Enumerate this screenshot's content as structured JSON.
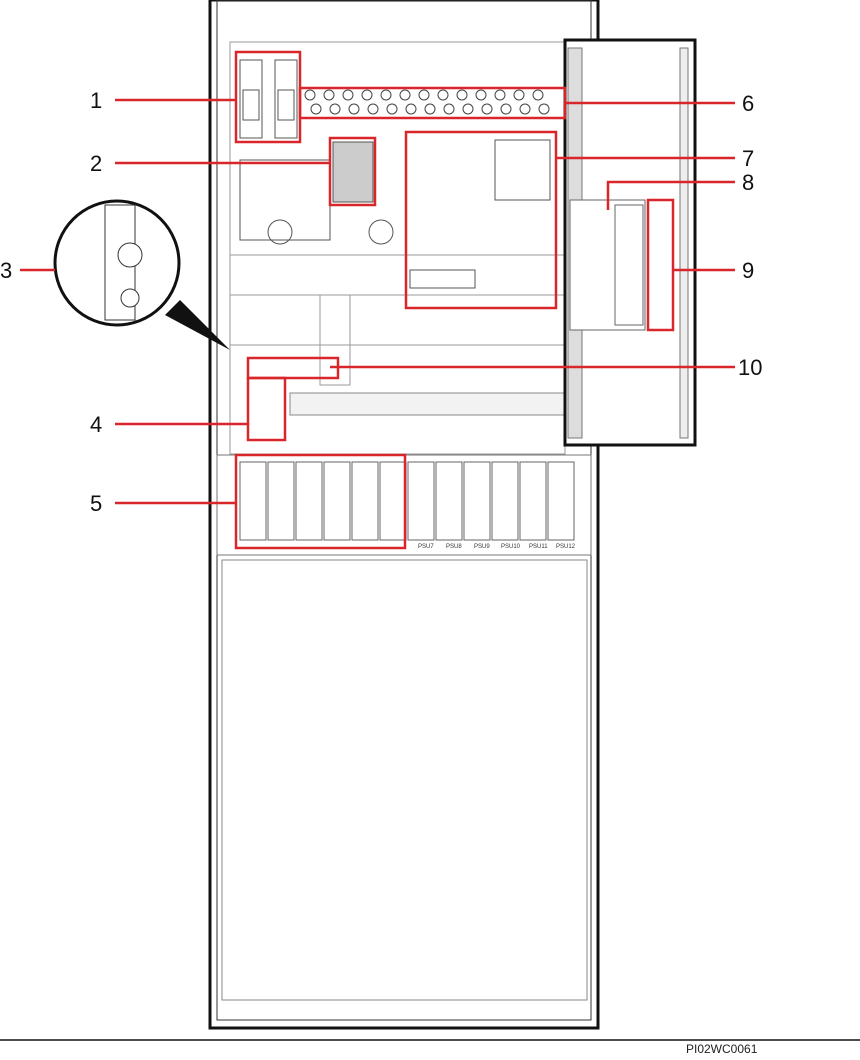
{
  "figure_id": "PI02WC0061",
  "callouts": [
    "1",
    "2",
    "3",
    "4",
    "5",
    "6",
    "7",
    "8",
    "9",
    "10"
  ],
  "psu_labels": [
    "PSU7",
    "PSU8",
    "PSU9",
    "PSU10",
    "PSU11",
    "PSU12"
  ],
  "colors": {
    "callout": "#d9262b",
    "frame": "#111111",
    "line": "#888888"
  }
}
